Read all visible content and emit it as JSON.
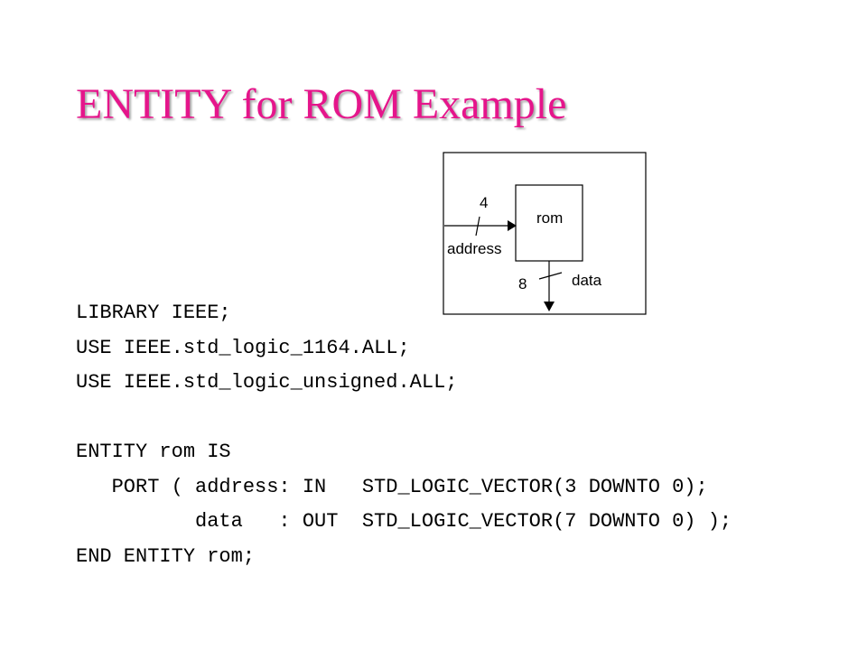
{
  "slide": {
    "title": "ENTITY for ROM Example",
    "title_color": "#e5158b"
  },
  "diagram": {
    "block_label": "rom",
    "input_label": "address",
    "input_width": "4",
    "output_label": "data",
    "output_width": "8"
  },
  "code": {
    "lines": [
      "LIBRARY IEEE;",
      "USE IEEE.std_logic_1164.ALL;",
      "USE IEEE.std_logic_unsigned.ALL;",
      "",
      "ENTITY rom IS",
      "   PORT ( address: IN   STD_LOGIC_VECTOR(3 DOWNTO 0);",
      "          data   : OUT  STD_LOGIC_VECTOR(7 DOWNTO 0) );",
      "END ENTITY rom;"
    ]
  }
}
